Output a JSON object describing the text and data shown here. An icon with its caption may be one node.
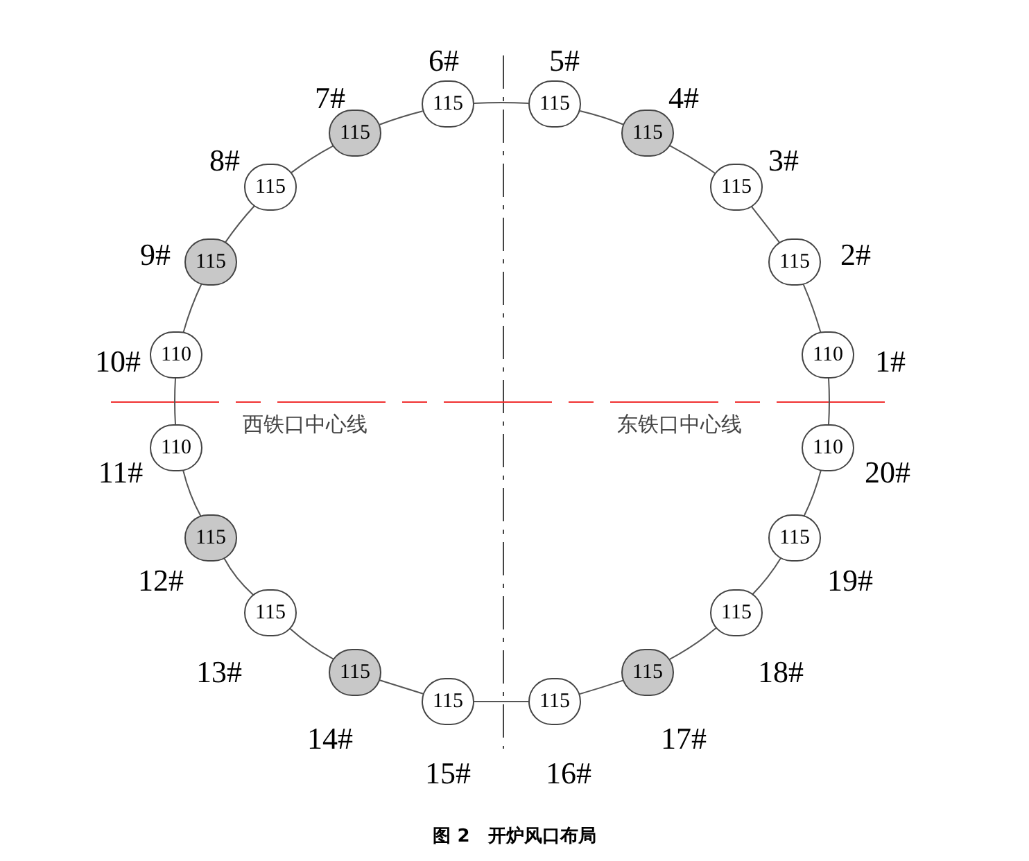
{
  "diagram": {
    "caption": "图 2　开炉风口布局",
    "nodes": [
      {
        "text": [
          "110"
        ],
        "beside": [
          "1#"
        ]
      },
      {
        "text": [
          "115"
        ],
        "beside": [
          "2#"
        ]
      },
      {
        "text": [
          "115"
        ],
        "beside": [
          "3#"
        ]
      },
      {
        "text": [
          "115"
        ],
        "beside": [
          "4#"
        ]
      },
      {
        "text": [
          "115"
        ],
        "beside": [
          "5#"
        ]
      },
      {
        "text": [
          "115"
        ],
        "beside": [
          "6#"
        ]
      },
      {
        "text": [
          "115"
        ],
        "beside": [
          "7#"
        ]
      },
      {
        "text": [
          "115"
        ],
        "beside": [
          "8#"
        ]
      },
      {
        "text": [
          "115"
        ],
        "beside": [
          "9#"
        ]
      },
      {
        "text": [
          "110"
        ],
        "beside": [
          "10#"
        ]
      },
      {
        "text": [
          "110"
        ],
        "beside": [
          "11#"
        ]
      },
      {
        "text": [
          "115"
        ],
        "beside": [
          "12#"
        ]
      },
      {
        "text": [
          "115"
        ],
        "beside": [
          "13#"
        ]
      },
      {
        "text": [
          "115"
        ],
        "beside": [
          "14#"
        ]
      },
      {
        "text": [
          "115"
        ],
        "beside": [
          "15#"
        ]
      },
      {
        "text": [
          "115"
        ],
        "beside": [
          "16#"
        ]
      },
      {
        "text": [
          "115"
        ],
        "beside": [
          "17#"
        ]
      },
      {
        "text": [
          "115"
        ],
        "beside": [
          "18#"
        ]
      },
      {
        "text": [
          "115"
        ],
        "beside": [
          "19#"
        ]
      },
      {
        "text": [
          "110"
        ],
        "beside": [
          "20#"
        ]
      }
    ],
    "edges": [
      {
        "from": 0,
        "to": 1,
        "arrow": "none"
      },
      {
        "from": 1,
        "to": 2,
        "arrow": "none"
      },
      {
        "from": 2,
        "to": 3,
        "arrow": "none"
      },
      {
        "from": 3,
        "to": 4,
        "arrow": "none"
      },
      {
        "from": 4,
        "to": 5,
        "arrow": "none"
      },
      {
        "from": 5,
        "to": 6,
        "arrow": "none"
      },
      {
        "from": 6,
        "to": 7,
        "arrow": "none"
      },
      {
        "from": 7,
        "to": 8,
        "arrow": "none"
      },
      {
        "from": 8,
        "to": 9,
        "arrow": "none"
      },
      {
        "from": 9,
        "to": 10,
        "arrow": "none"
      },
      {
        "from": 10,
        "to": 11,
        "arrow": "none"
      },
      {
        "from": 11,
        "to": 12,
        "arrow": "none"
      },
      {
        "from": 12,
        "to": 13,
        "arrow": "none"
      },
      {
        "from": 13,
        "to": 14,
        "arrow": "none"
      },
      {
        "from": 14,
        "to": 15,
        "arrow": "none"
      },
      {
        "from": 15,
        "to": 16,
        "arrow": "none"
      },
      {
        "from": 16,
        "to": 17,
        "arrow": "none"
      },
      {
        "from": 17,
        "to": 18,
        "arrow": "none"
      },
      {
        "from": 18,
        "to": 19,
        "arrow": "none"
      },
      {
        "from": 19,
        "to": 0,
        "arrow": "none"
      }
    ],
    "labels": [
      "西铁口中心线",
      "东铁口中心线"
    ]
  }
}
